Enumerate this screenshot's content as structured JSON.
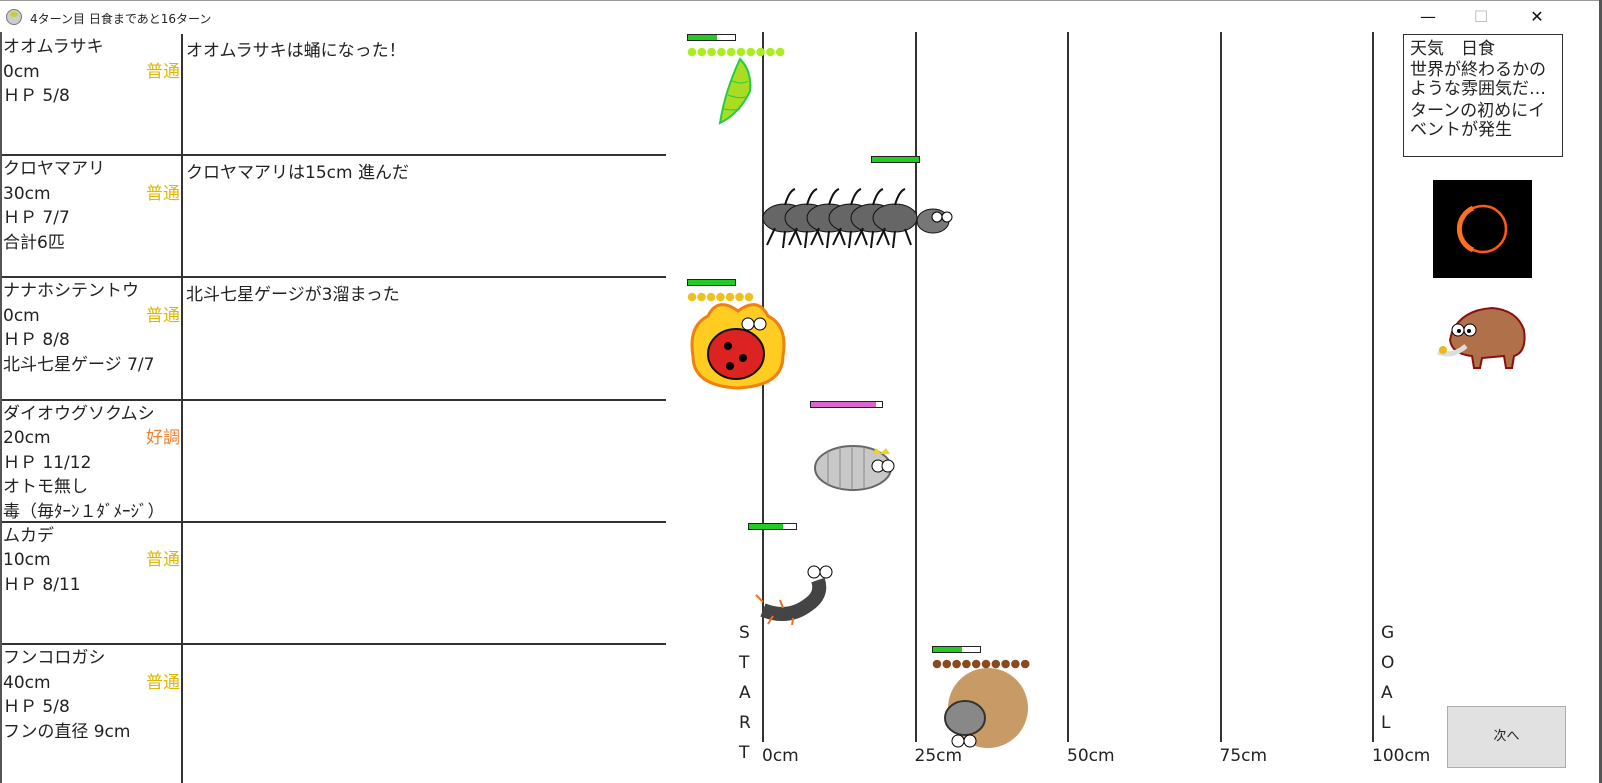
{
  "window": {
    "title": "4ターン目 日食まであと16ターン",
    "minimize": "—",
    "maximize": "☐",
    "close": "✕"
  },
  "insects": [
    {
      "name": "オオムラサキ",
      "distance": "0cm",
      "condition": "普通",
      "hp": "ＨＰ 5/8",
      "extra": [],
      "message": "オオムラサキは蛹になった！",
      "hp_fraction": 0.625,
      "position_cm": 0,
      "bar_color": "#22cc22"
    },
    {
      "name": "クロヤマアリ",
      "distance": "30cm",
      "condition": "普通",
      "hp": "ＨＰ 7/7",
      "extra": [
        "合計6匹"
      ],
      "message": "クロヤマアリは15cm 進んだ",
      "hp_fraction": 1.0,
      "position_cm": 30,
      "bar_color": "#22cc22"
    },
    {
      "name": "ナナホシテントウ",
      "distance": "0cm",
      "condition": "普通",
      "hp": "ＨＰ 8/8",
      "extra": [
        "北斗七星ゲージ 7/7"
      ],
      "message": "北斗七星ゲージが3溜まった",
      "hp_fraction": 1.0,
      "position_cm": 0,
      "bar_color": "#22cc22"
    },
    {
      "name": "ダイオウグソクムシ",
      "distance": "20cm",
      "condition": "好調",
      "hp": "ＨＰ 11/12",
      "extra": [
        "オトモ無し",
        "毒（毎ﾀｰﾝ１ﾀﾞﾒｰｼﾞ）"
      ],
      "message": "",
      "hp_fraction": 0.917,
      "position_cm": 20,
      "bar_color": "#dd66cc"
    },
    {
      "name": "ムカデ",
      "distance": "10cm",
      "condition": "普通",
      "hp": "ＨＰ 8/11",
      "extra": [],
      "message": "",
      "hp_fraction": 0.727,
      "position_cm": 10,
      "bar_color": "#22cc22"
    },
    {
      "name": "フンコロガシ",
      "distance": "40cm",
      "condition": "普通",
      "hp": "ＨＰ 5/8",
      "extra": [
        "フンの直径 9cm"
      ],
      "message": "",
      "hp_fraction": 0.625,
      "position_cm": 40,
      "bar_color": "#22cc22"
    }
  ],
  "conditions_colors": {
    "普通": "#e0b800",
    "好調": "#f08030"
  },
  "track": {
    "ticks": [
      "0cm",
      "25cm",
      "50cm",
      "75cm",
      "100cm"
    ],
    "start": [
      "S",
      "T",
      "A",
      "R",
      "T"
    ],
    "goal": [
      "G",
      "O",
      "A",
      "L"
    ]
  },
  "weather": {
    "line1": "天気　日食",
    "line2": "世界が終わるかのような雰囲気だ…",
    "line3": "ターンの初めにイベントが発生"
  },
  "next_button": "次へ"
}
